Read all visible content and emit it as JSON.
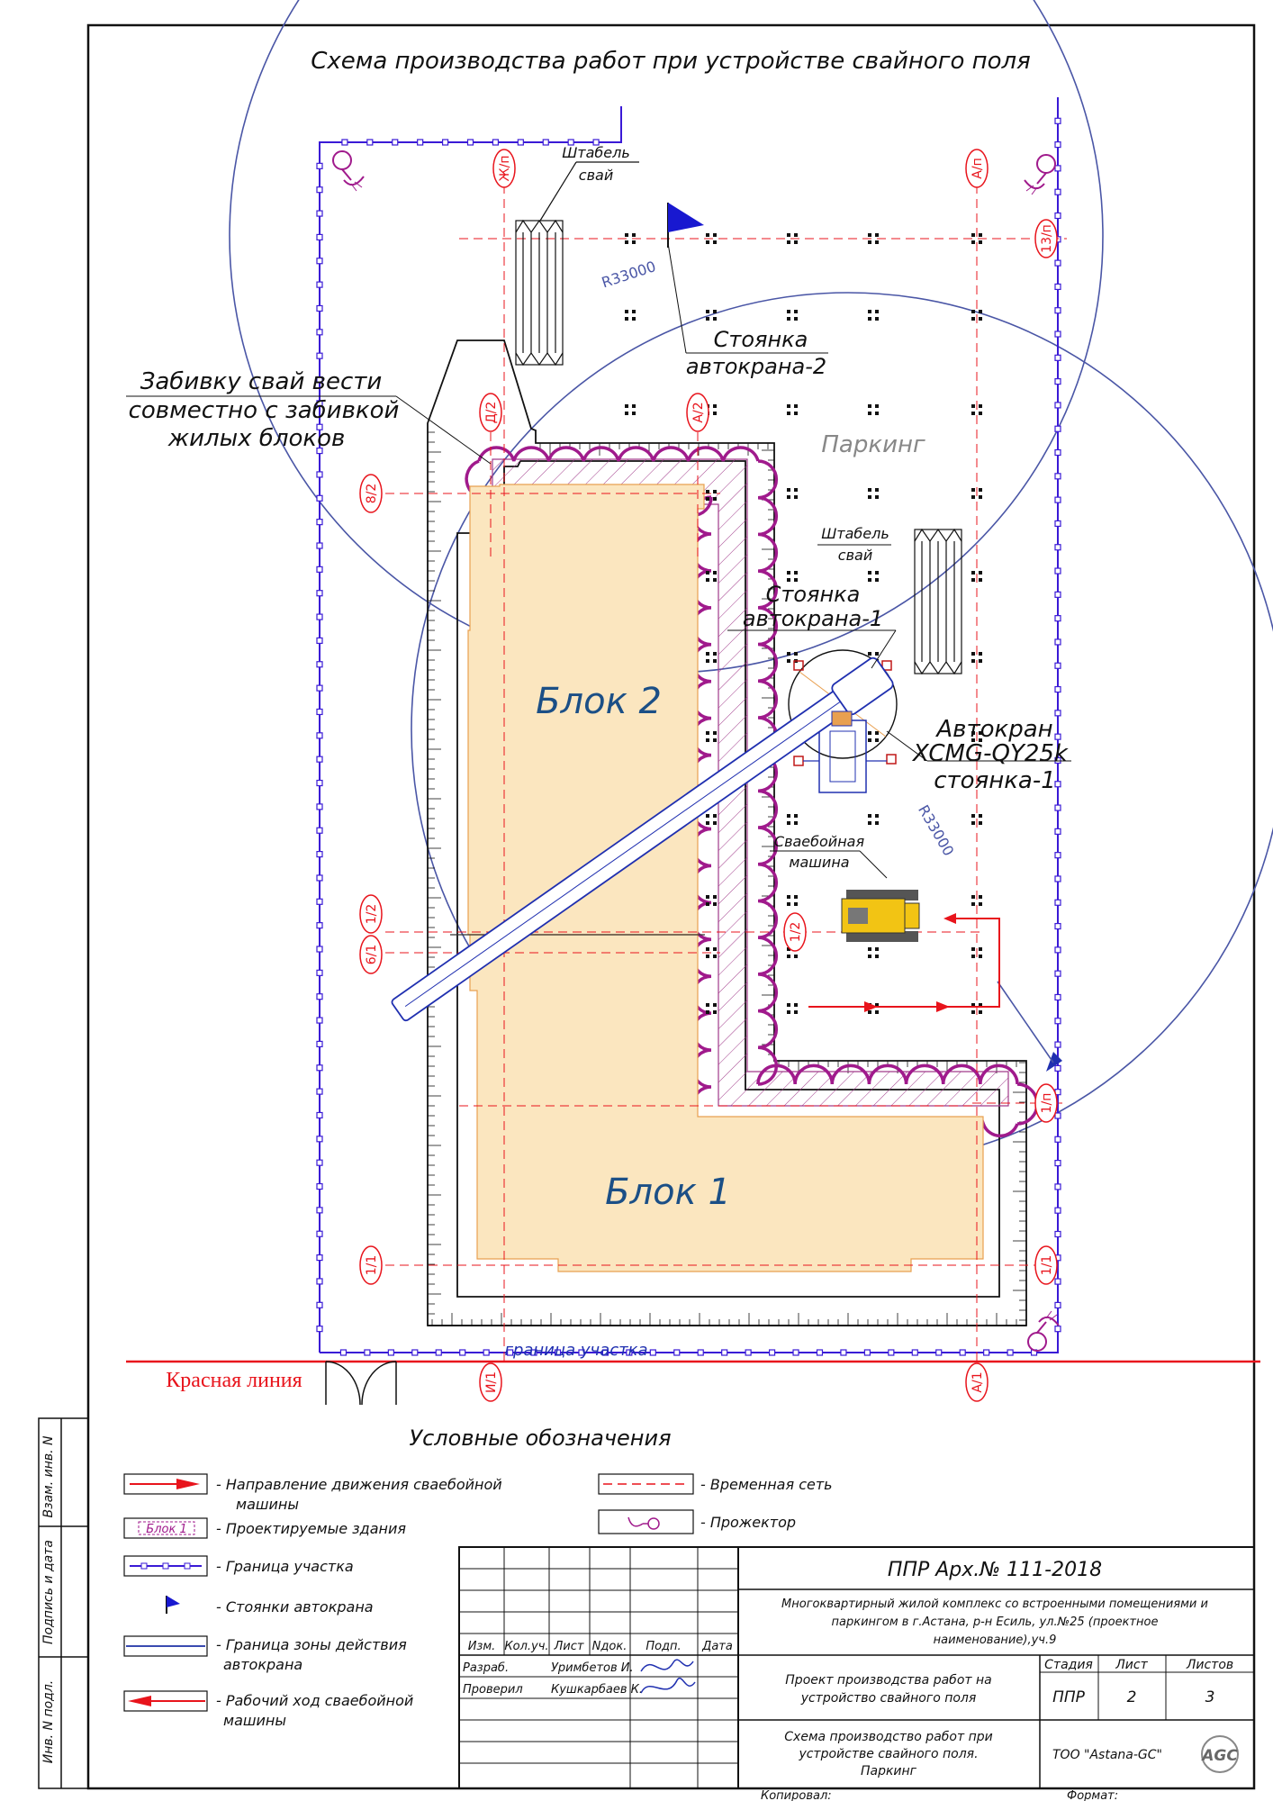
{
  "title": "Схема производства работ при устройстве свайного поля",
  "plan": {
    "block1": "Блок 1",
    "block2": "Блок 2",
    "parking": "Паркинг",
    "pile_stack_1_a": "Штабель",
    "pile_stack_1_b": "свай",
    "pile_stack_2_a": "Штабель",
    "pile_stack_2_b": "свай",
    "crane2_a": "Стоянка",
    "crane2_b": "автокрана-2",
    "crane1_a": "Стоянка",
    "crane1_b": "автокрана-1",
    "crane_model_a": "Автокран",
    "crane_model_b": "XCMG-QY25k",
    "crane_model_c": "стоянка-1",
    "pile_machine_a": "Сваебойная",
    "pile_machine_b": "машина",
    "note_a": "Забивку свай вести",
    "note_b": "совместно с забивкой",
    "note_c": "жилых блоков",
    "radius_1": "R33000",
    "radius_2": "R33000",
    "boundary": "граница участка",
    "red_line": "Красная линия",
    "axes": {
      "zh": "Ж/п",
      "a_p": "А/п",
      "a13": "13/п",
      "d2": "Д/2",
      "a2": "А/2",
      "v8": "8/2",
      "h12a": "1/2",
      "h61": "6/1",
      "h12b": "1/2",
      "h1p": "1/п",
      "h11l": "1/1",
      "h11r": "1/1",
      "i1": "И/1",
      "a1": "А/1"
    }
  },
  "legend": {
    "title": "Условные обозначения",
    "items": [
      {
        "text1": "- Направление движения сваебойной",
        "text2": "машины"
      },
      {
        "text1": "- Проектируемые здания",
        "sample": "Блок 1"
      },
      {
        "text1": "- Граница участка"
      },
      {
        "text1": "- Стоянки автокрана"
      },
      {
        "text1": "- Граница зоны действия",
        "text2": "автокрана"
      },
      {
        "text1": "- Рабочий ход сваебойной",
        "text2": "машины"
      },
      {
        "text1": "- Временная сеть"
      },
      {
        "text1": "- Прожектор"
      }
    ]
  },
  "side": {
    "s1": "Взам. инв. N",
    "s2": "Подпись и дата",
    "s3": "Инв. N подл."
  },
  "stamp": {
    "code": "ППР Арх.№ 111-2018",
    "object": "Многоквартирный жилой комплекс со встроенными помещениями и паркингом в г.Астана, р-н Есиль, ул.№25 (проектное наименование),уч.9",
    "col_izm": "Изм.",
    "col_koluch": "Кол.уч.",
    "col_list": "Лист",
    "col_ndok": "Nдок.",
    "col_podp": "Подп.",
    "col_data": "Дата",
    "razrab": "Разраб.",
    "razrab_name": "Уримбетов И.",
    "proveril": "Проверил",
    "proveril_name": "Кушкарбаев К.",
    "project": "Проект производства работ на устройство свайного поля",
    "stadia": "Стадия",
    "list": "Лист",
    "listov": "Листов",
    "stadia_v": "ППР",
    "list_v": "2",
    "listov_v": "3",
    "sheet_name": "Схема производство работ при устройстве свайного поля. Паркинг",
    "company": "ТОО \"Astana-GC\"",
    "logo": "AGC",
    "kopiroval": "Копировал:",
    "format": "Формат:"
  },
  "colors": {
    "boundary": "#3a1ad6",
    "axis": "#e8141c",
    "crane_zone": "#4a56a6",
    "building": "#fbe6bf",
    "cloud": "#a01a8c",
    "text_blue": "#1b4f86"
  }
}
